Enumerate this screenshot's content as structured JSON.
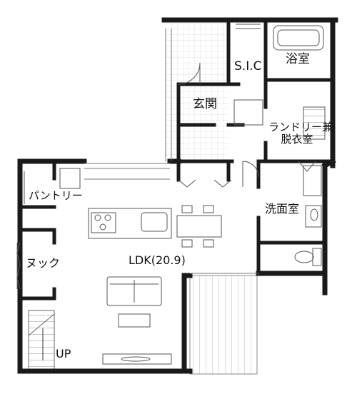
{
  "rooms": {
    "sic": "S.I.C",
    "bath": "浴室",
    "entrance": "玄関",
    "laundry_line1": "ランドリー兼",
    "laundry_line2": "脱衣室",
    "pantry": "パントリー",
    "washroom": "洗面室",
    "ldk": "LDK(20.9)",
    "nook": "ヌック",
    "stairs_up": "UP"
  },
  "colors": {
    "wall": "#1a1a1a",
    "fixture_line": "#555555",
    "hatch": "#bdbdbd",
    "text": "#111111"
  }
}
